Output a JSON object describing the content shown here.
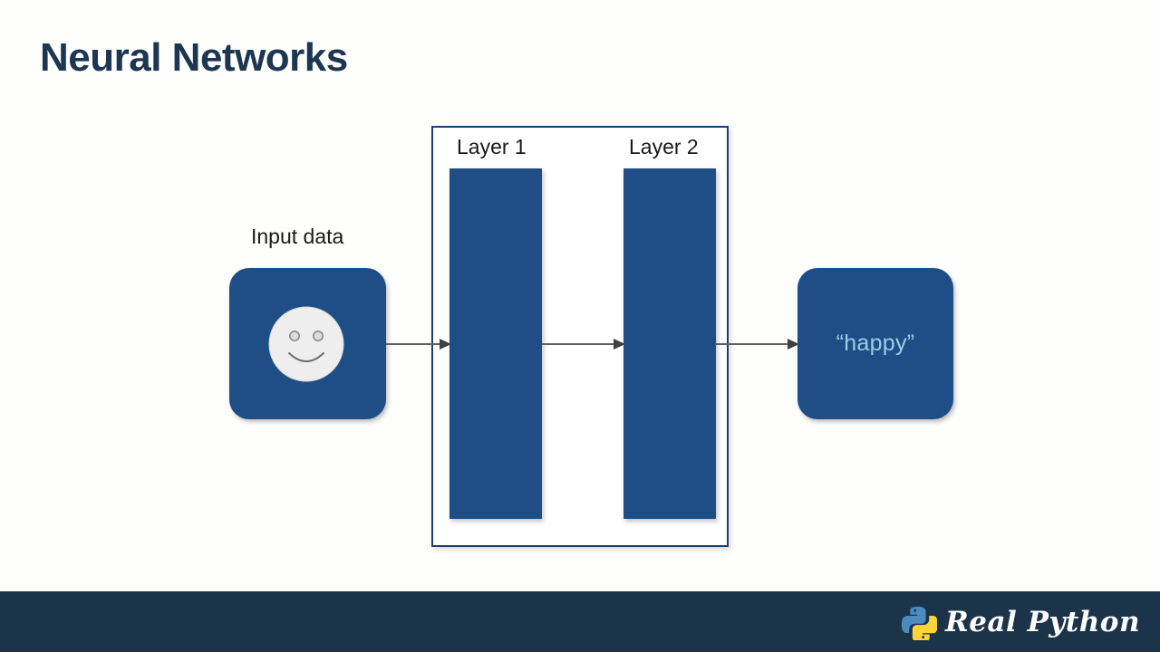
{
  "slide": {
    "title": "Neural Networks",
    "background_color": "#fefefd",
    "accent_blue": "#1f4e87",
    "title_color": "#1d3752",
    "footer_color": "#1c3449"
  },
  "diagram": {
    "input": {
      "label": "Input data",
      "icon": "smiley-face-icon",
      "card_color": "#1f4e87",
      "face_color": "#eeeeee"
    },
    "network": {
      "border_color": "#1c3f72",
      "layers": [
        {
          "label": "Layer 1",
          "bar_color": "#1f4e87"
        },
        {
          "label": "Layer 2",
          "bar_color": "#1f4e87"
        }
      ]
    },
    "output": {
      "text": "“happy”",
      "card_color": "#1f4e87",
      "text_color": "#9ecbe8"
    },
    "arrows": [
      {
        "name": "input-to-layer1"
      },
      {
        "name": "layer1-to-layer2"
      },
      {
        "name": "layer2-to-output"
      }
    ]
  },
  "footer": {
    "brand_name": "Real Python",
    "logo": "python-logo-icon",
    "logo_blue": "#4b8bbe",
    "logo_yellow": "#ffd43b"
  }
}
